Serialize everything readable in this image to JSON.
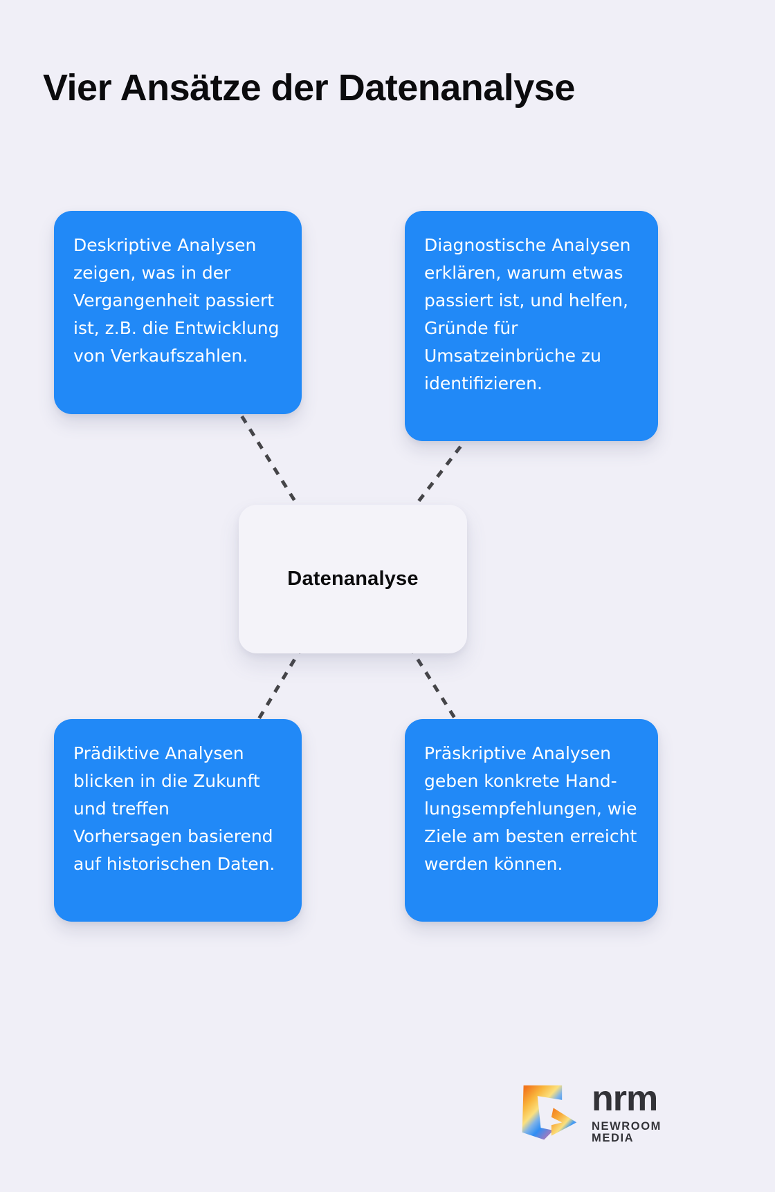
{
  "page": {
    "background_color": "#f0eff7",
    "title": "Vier Ansätze der Datenanalyse"
  },
  "diagram": {
    "type": "mind-map",
    "center": {
      "label": "Datenanalyse",
      "background_color": "#f4f3f9",
      "text_color": "#0b0b0d"
    },
    "node_color": "#2189f7",
    "node_text_color": "#ffffff",
    "connector_color": "#454548",
    "connector_style": "dashed",
    "nodes": [
      {
        "id": "descriptive",
        "position": "top-left",
        "text": "Deskriptive Analysen zeigen, was in der Vergangenheit passiert ist, z.B. die Entwicklung von Verkaufszahlen."
      },
      {
        "id": "diagnostic",
        "position": "top-right",
        "text": "Diagnostische Analysen erklären, warum etwas passiert ist, und helfen, Gründe für Umsatzeinbrüche zu identifizieren."
      },
      {
        "id": "predictive",
        "position": "bottom-left",
        "text": "Prädiktive Analysen blicken in die Zukunft und treffen Vorhersagen basierend auf historischen Daten."
      },
      {
        "id": "prescriptive",
        "position": "bottom-right",
        "text": "Präskriptive Analysen geben konkrete Hand-\nlungsempfehlungen, wie Ziele am besten erreicht werden können."
      }
    ]
  },
  "logo": {
    "mark_name": "nrm-arrow-logo-icon",
    "wordmark": "nrm",
    "tagline": "NEWROOM MEDIA",
    "gradient_colors": [
      "#f47920",
      "#f9c13c",
      "#fbe08a",
      "#2f8ef4",
      "#1f7df0",
      "#9b6ec2",
      "#d07ba8"
    ]
  }
}
